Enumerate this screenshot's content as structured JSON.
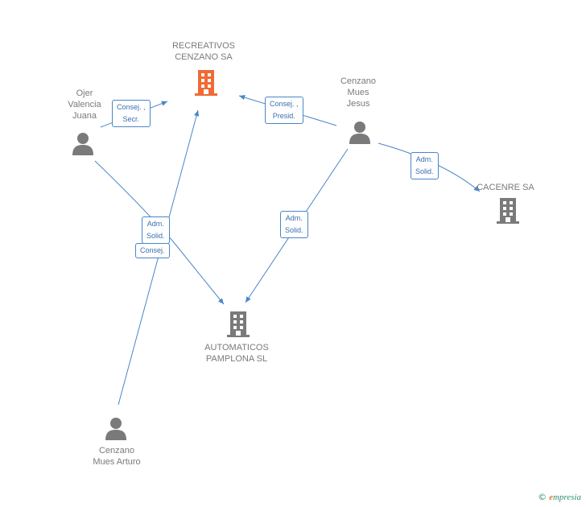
{
  "nodes": {
    "recreativos": {
      "label": "RECREATIVOS\nCENZANO SA",
      "type": "company",
      "highlight": true
    },
    "ojer": {
      "label": "Ojer\nValencia\nJuana",
      "type": "person"
    },
    "cenzano_jesus": {
      "label": "Cenzano\nMues\nJesus",
      "type": "person"
    },
    "cacenre": {
      "label": "CACENRE SA",
      "type": "company"
    },
    "automaticos": {
      "label": "AUTOMATICOS\nPAMPLONA SL",
      "type": "company"
    },
    "cenzano_arturo": {
      "label": "Cenzano\nMues Arturo",
      "type": "person"
    }
  },
  "edges": {
    "ojer_recreativos": "Consej. ,\nSecr.",
    "jesus_recreativos": "Consej. ,\nPresid.",
    "jesus_cacenre": "Adm.\nSolid.",
    "jesus_automaticos": "Adm.\nSolid.",
    "arturo_adm": "Adm.\nSolid.",
    "arturo_consej": "Consej."
  },
  "colors": {
    "edge": "#4a86c8",
    "icon": "#7a7a7a",
    "highlight": "#f06a35"
  },
  "brand": {
    "copyright": "©",
    "e": "e",
    "name": "mpresia"
  }
}
